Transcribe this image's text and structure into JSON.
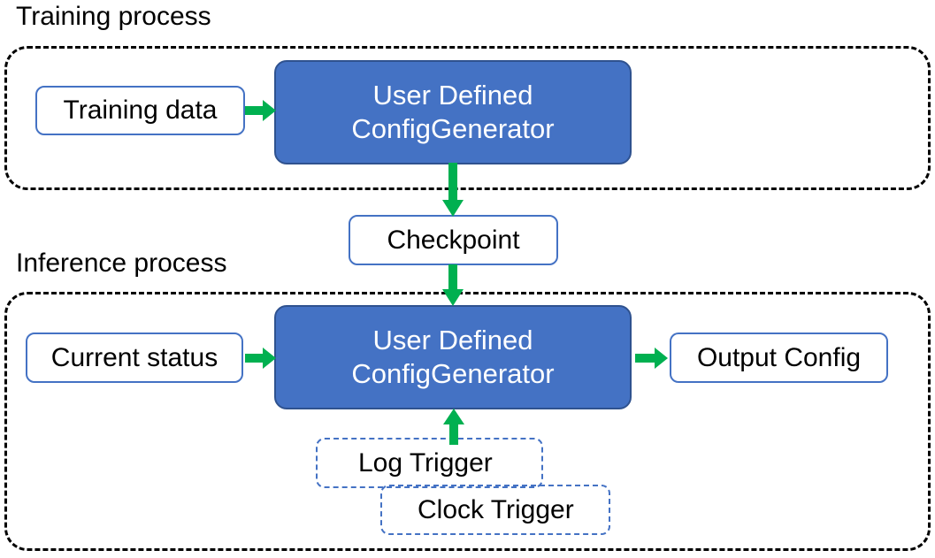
{
  "diagram": {
    "title_training": "Training process",
    "title_inference": "Inference process",
    "colors": {
      "block_fill": "#4472C4",
      "block_stroke": "#2F528F",
      "node_stroke": "#4472C4",
      "arrow": "#00B050",
      "container_stroke": "#000000",
      "text_dark": "#000000",
      "text_light": "#FFFFFF",
      "background": "#FFFFFF"
    }
  },
  "training": {
    "container_label": "Training process",
    "input": {
      "label": "Training data"
    },
    "block": {
      "line1": "User Defined",
      "line2": "ConfigGenerator"
    }
  },
  "checkpoint": {
    "label": "Checkpoint"
  },
  "inference": {
    "container_label": "Inference process",
    "input": {
      "label": "Current status"
    },
    "block": {
      "line1": "User Defined",
      "line2": "ConfigGenerator"
    },
    "output": {
      "label": "Output Config"
    },
    "triggers": [
      {
        "label": "Log Trigger"
      },
      {
        "label": "Clock Trigger"
      }
    ]
  },
  "arrows": [
    {
      "name": "training-data-to-block",
      "direction": "right"
    },
    {
      "name": "training-block-to-checkpoint",
      "direction": "down"
    },
    {
      "name": "checkpoint-to-inference-block",
      "direction": "down"
    },
    {
      "name": "current-status-to-block",
      "direction": "right"
    },
    {
      "name": "block-to-output-config",
      "direction": "right"
    },
    {
      "name": "log-trigger-to-block",
      "direction": "up"
    }
  ]
}
